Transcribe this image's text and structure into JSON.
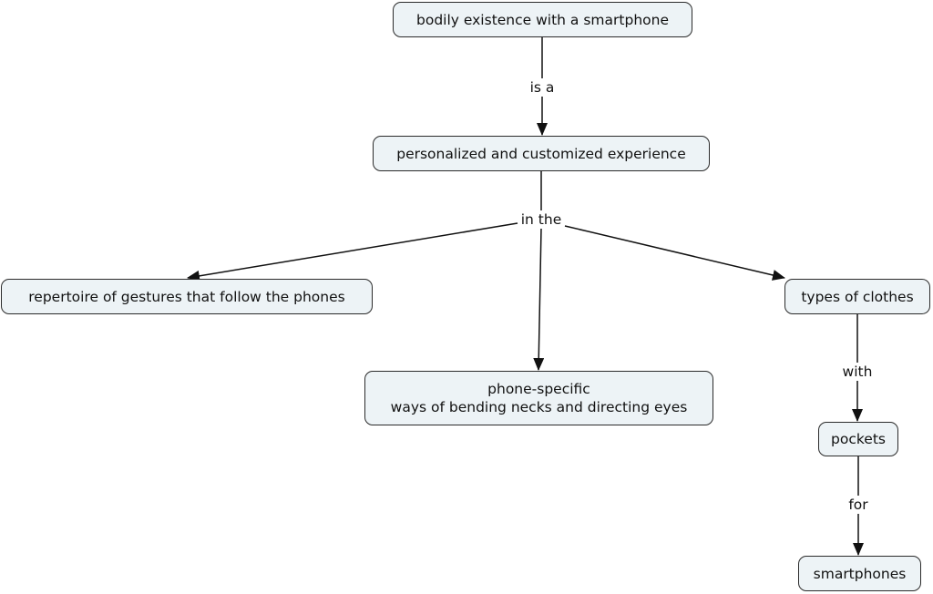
{
  "nodes": {
    "bodily": "bodily existence with a smartphone",
    "personalized": "personalized and customized experience",
    "repertoire": "repertoire of gestures that follow the phones",
    "phone_specific_line1": "phone-specific",
    "phone_specific_line2": "ways of bending necks and directing eyes",
    "clothes": "types of clothes",
    "pockets": "pockets",
    "smartphones": "smartphones"
  },
  "links": {
    "is_a": "is a",
    "in_the": "in the",
    "with": "with",
    "for": "for"
  },
  "colors": {
    "node_fill": "#edf3f6",
    "node_border": "#2b2b2b",
    "line": "#111111"
  }
}
